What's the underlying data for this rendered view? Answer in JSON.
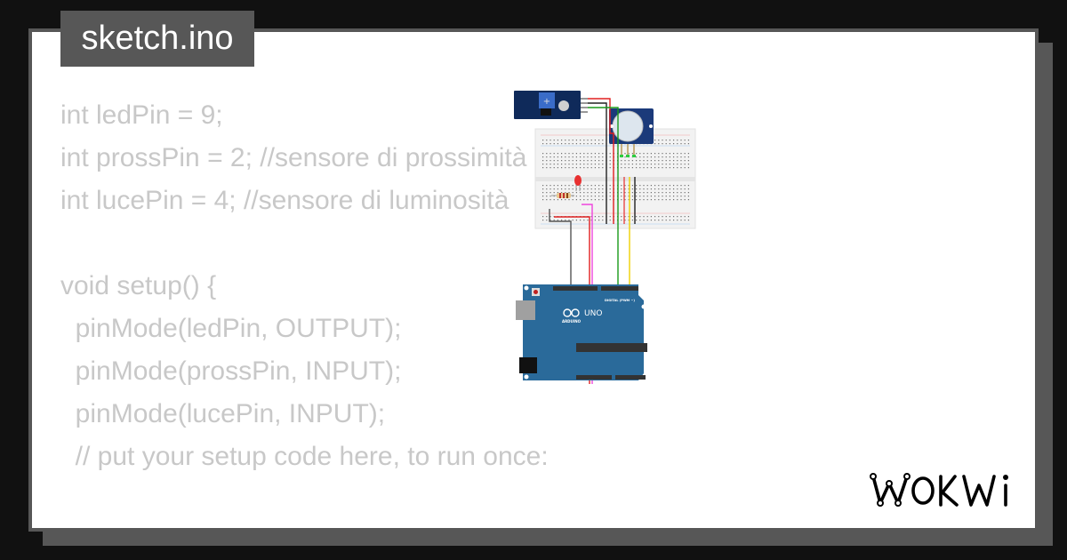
{
  "file_tab": {
    "label": "sketch.ino"
  },
  "code": {
    "lines": [
      "int ledPin = 9;",
      "int prossPin = 2; //sensore di prossimità",
      "int lucePin = 4; //sensore di luminosità",
      "",
      "void setup() {",
      "  pinMode(ledPin, OUTPUT);",
      "  pinMode(prossPin, INPUT);",
      "  pinMode(lucePin, INPUT);",
      "  // put your setup code here, to run once:",
      "",
      "}"
    ]
  },
  "circuit": {
    "board_label": "UNO",
    "board_brand": "ARDUINO",
    "board_header": "DIGITAL (PWM ~)",
    "components": [
      "light-sensor-module",
      "pir-motion-sensor",
      "breadboard",
      "red-led",
      "resistor",
      "arduino-uno"
    ],
    "wire_colors": {
      "red": "#e02020",
      "black": "#222222",
      "green": "#1a9a1a",
      "yellow": "#f0d000",
      "magenta": "#ee44dd",
      "gray": "#555555"
    }
  },
  "brand": {
    "logo_text": "WOKWi"
  },
  "colors": {
    "background": "#111111",
    "frame": "#575757",
    "panel": "#ffffff",
    "code_text": "#c8c8c8",
    "board_blue": "#2a6a9a"
  }
}
